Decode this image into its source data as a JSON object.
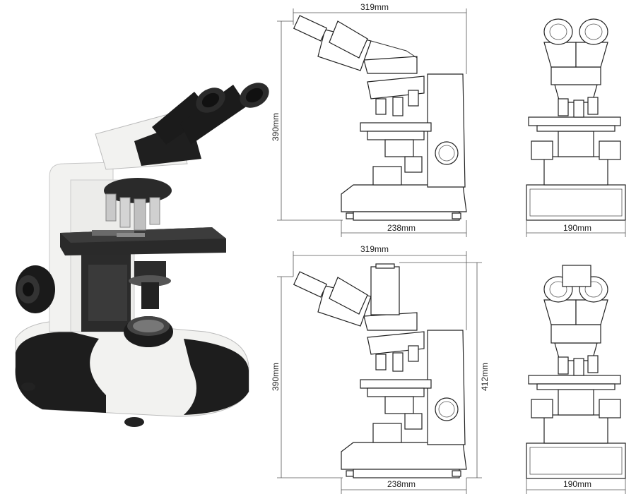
{
  "figure": {
    "colors": {
      "body_white": "#f2f2f0",
      "body_black": "#1d1d1d",
      "stage_black": "#2a2a2a",
      "line": "#333333"
    },
    "dimensions": {
      "top_view": {
        "width_top": "319mm",
        "height_left": "390mm",
        "base_width": "238mm",
        "front_width": "190mm"
      },
      "bottom_view": {
        "width_top": "319mm",
        "height_left": "390mm",
        "height_right": "412mm",
        "base_width": "238mm",
        "front_width": "190mm"
      }
    }
  }
}
